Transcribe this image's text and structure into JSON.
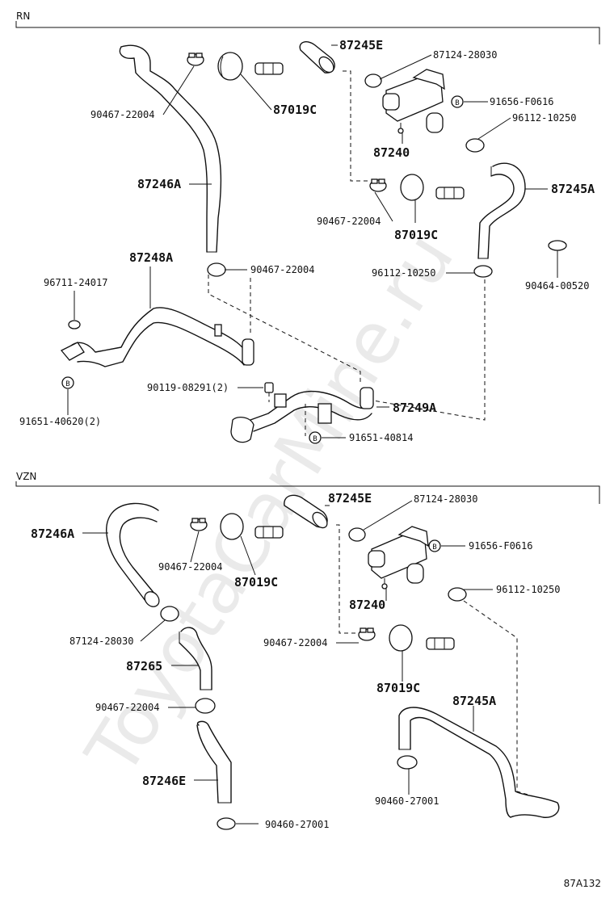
{
  "sections": {
    "rn": {
      "label": "RN"
    },
    "vzn": {
      "label": "VZN"
    }
  },
  "watermark": "ToyotaCarMine.ru",
  "figure_id": "87A132",
  "rn_labels": {
    "p87245E": "87245E",
    "p87124_28030": "87124-28030",
    "p91656_F0616": "91656-F0616",
    "p96112_10250_a": "96112-10250",
    "p87240": "87240",
    "p90467_22004_a": "90467-22004",
    "p87019C_a": "87019C",
    "p87246A": "87246A",
    "p87245A": "87245A",
    "p90467_22004_b": "90467-22004",
    "p87019C_b": "87019C",
    "p87248A": "87248A",
    "p90467_22004_c": "90467-22004",
    "p96711_24017": "96711-24017",
    "p96112_10250_b": "96112-10250",
    "p90464_00520": "90464-00520",
    "p90119_08291": "90119-08291(2)",
    "p87249A": "87249A",
    "p91651_40620": "91651-40620(2)",
    "p91651_40814": "91651-40814"
  },
  "vzn_labels": {
    "p87245E": "87245E",
    "p87124_28030_a": "87124-28030",
    "p87246A": "87246A",
    "p91656_F0616": "91656-F0616",
    "p90467_22004_a": "90467-22004",
    "p87019C_a": "87019C",
    "p87240": "87240",
    "p96112_10250": "96112-10250",
    "p87124_28030_b": "87124-28030",
    "p90467_22004_b": "90467-22004",
    "p87265": "87265",
    "p87019C_b": "87019C",
    "p87245A": "87245A",
    "p90467_22004_c": "90467-22004",
    "p87246E": "87246E",
    "p90460_27001_a": "90460-27001",
    "p90460_27001_b": "90460-27001"
  }
}
